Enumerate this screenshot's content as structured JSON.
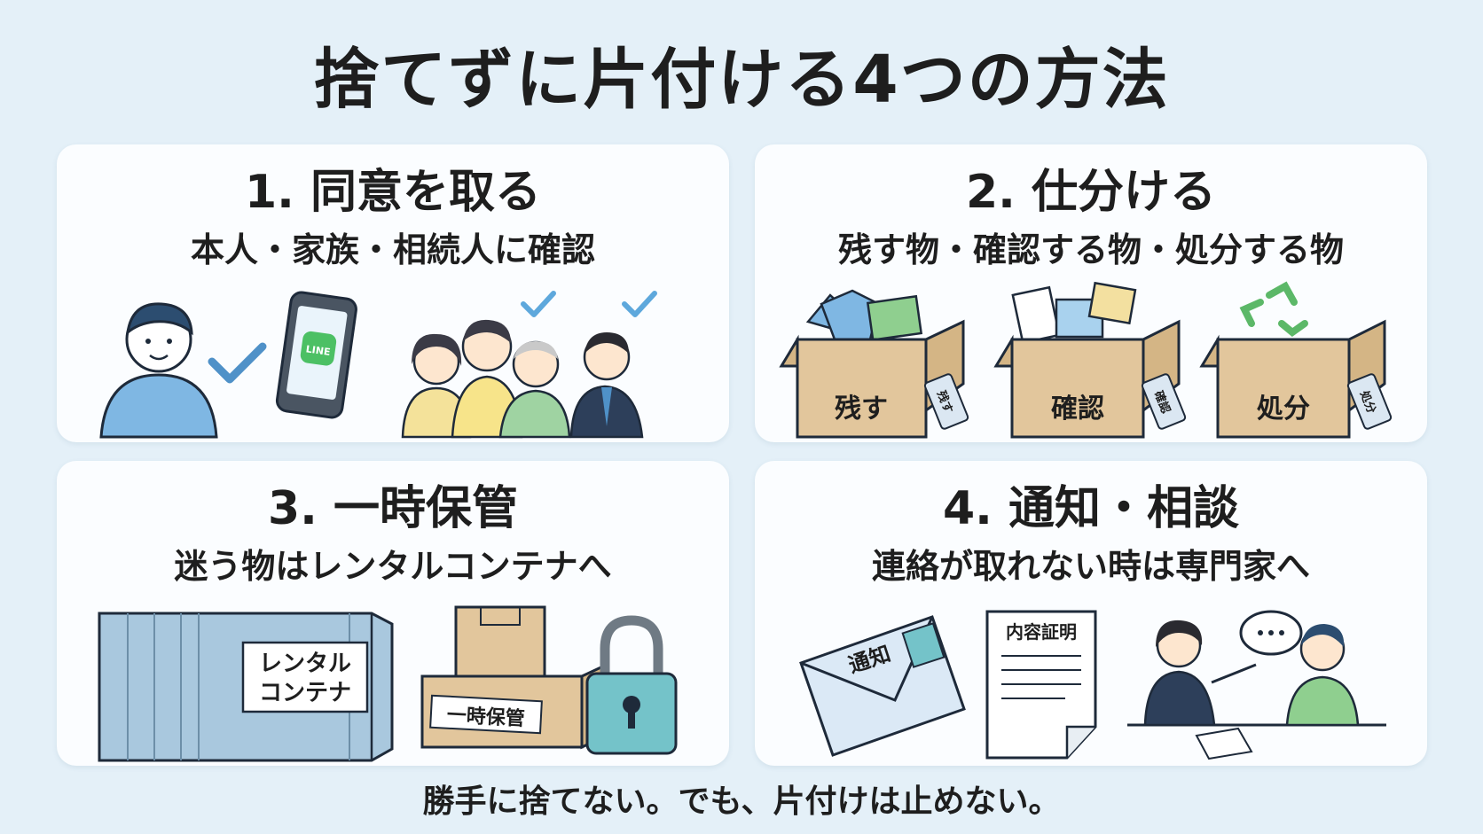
{
  "title": "捨てずに片付ける4つの方法",
  "cards": [
    {
      "heading": "1. 同意を取る",
      "subheading": "本人・家族・相続人に確認",
      "icons": [
        "person-icon",
        "checkmark-icon",
        "smartphone-icon",
        "family-icon"
      ],
      "phone_app_label": "LINE"
    },
    {
      "heading": "2. 仕分ける",
      "subheading": "残す物・確認する物・処分する物",
      "boxes": [
        {
          "label": "残す",
          "tag": "残す"
        },
        {
          "label": "確認",
          "tag": "確認"
        },
        {
          "label": "処分",
          "tag": "処分"
        }
      ]
    },
    {
      "heading": "3. 一時保管",
      "subheading": "迷う物はレンタルコンテナへ",
      "container_label_line1": "レンタル",
      "container_label_line2": "コンテナ",
      "box_label": "一時保管",
      "icons": [
        "container-icon",
        "cardboard-boxes-icon",
        "padlock-icon"
      ]
    },
    {
      "heading": "4. 通知・相談",
      "subheading": "連絡が取れない時は専門家へ",
      "envelope_label": "通知",
      "document_label": "内容証明",
      "icons": [
        "envelope-icon",
        "document-icon",
        "consultation-icon"
      ]
    }
  ],
  "footer": "勝手に捨てない。でも、片付けは止めない。",
  "colors": {
    "background": "#e4f0f8",
    "card": "#fbfdff",
    "accent_blue": "#5ea8dc",
    "box_brown": "#e2c69c",
    "teal": "#74c3c9"
  }
}
